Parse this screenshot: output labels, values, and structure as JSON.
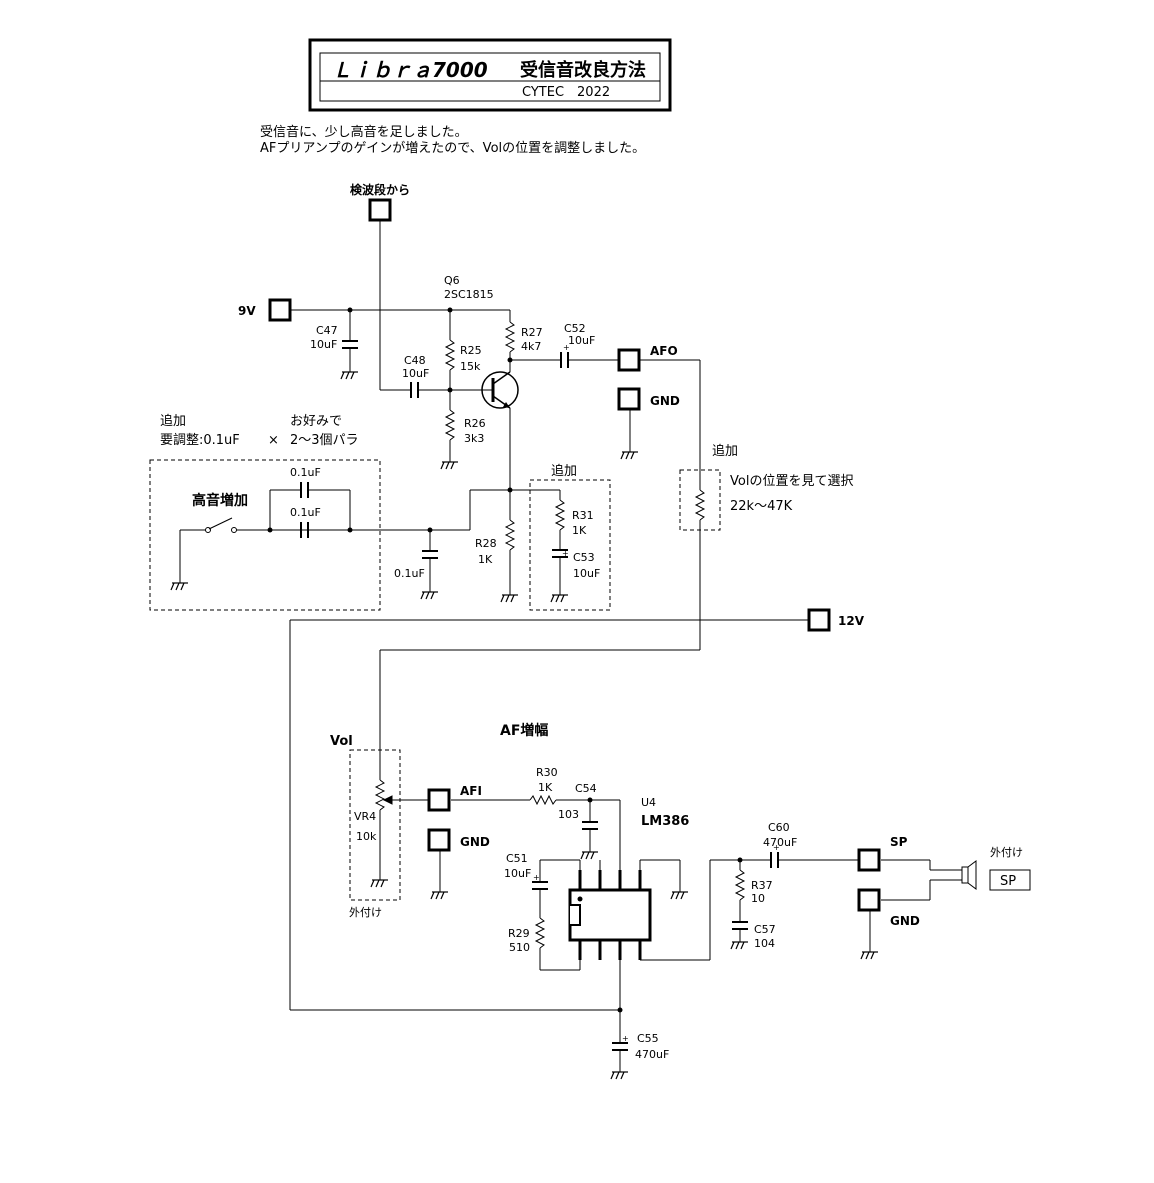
{
  "title": {
    "product": "Ｌｉｂｒａ7000",
    "subject": "受信音改良方法",
    "maker_year": "CYTEC　2022"
  },
  "notes": {
    "line1": "受信音に、少し高音を足しました。",
    "line2": "AFプリアンプのゲインが増えたので、Volの位置を調整しました。"
  },
  "terminals": {
    "detector_in": "検波段から",
    "v9": "9V",
    "afo": "AFO",
    "gnd_top": "GND",
    "v12": "12V",
    "afi": "AFI",
    "gnd_afi": "GND",
    "sp": "SP",
    "gnd_sp": "GND"
  },
  "transistor": {
    "ref": "Q6",
    "part": "2SC1815"
  },
  "components": {
    "c47": {
      "ref": "C47",
      "value": "10uF"
    },
    "c48": {
      "ref": "C48",
      "value": "10uF"
    },
    "r25": {
      "ref": "R25",
      "value": "15k"
    },
    "r26": {
      "ref": "R26",
      "value": "3k3"
    },
    "r27": {
      "ref": "R27",
      "value": "4k7"
    },
    "c52": {
      "ref": "C52",
      "value": "10uF"
    },
    "r28": {
      "ref": "R28",
      "value": "1K"
    },
    "r31": {
      "ref": "R31",
      "value": "1K"
    },
    "c53": {
      "ref": "C53",
      "value": "10uF"
    },
    "c_shunt": {
      "value": "0.1uF"
    },
    "c_hi1": {
      "value": "0.1uF"
    },
    "c_hi2": {
      "value": "0.1uF"
    },
    "vr4": {
      "ref": "VR4",
      "value": "10k"
    },
    "r30": {
      "ref": "R30",
      "value": "1K"
    },
    "c54": {
      "ref": "C54",
      "value": "103"
    },
    "u4": {
      "ref": "U4",
      "part": "LM386"
    },
    "c51": {
      "ref": "C51",
      "value": "10uF"
    },
    "r29": {
      "ref": "R29",
      "value": "510"
    },
    "c60": {
      "ref": "C60",
      "value": "470uF"
    },
    "r37": {
      "ref": "R37",
      "value": "10"
    },
    "c57": {
      "ref": "C57",
      "value": "104"
    },
    "c55": {
      "ref": "C55",
      "value": "470uF"
    }
  },
  "annotations": {
    "add_left": "追加",
    "adjust_left": "要調整:0.1uF",
    "times": "×",
    "preference": "お好みで",
    "parallel": "2～3個パラ",
    "treble_boost": "高音増加",
    "add_mid": "追加",
    "add_right": "追加",
    "vol_select": "Volの位置を見て選択",
    "vol_range": "22k～47K",
    "af_amp": "AF増幅",
    "vol": "Vol",
    "external_vol": "外付け",
    "external_sp": "外付け",
    "sp_box": "SP"
  }
}
